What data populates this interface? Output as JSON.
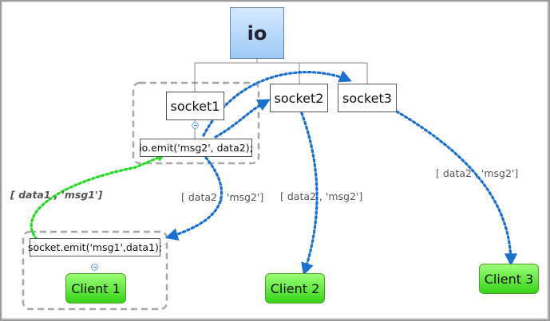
{
  "diagram": {
    "root": "io",
    "sockets": [
      "socket1",
      "socket2",
      "socket3"
    ],
    "server_emit": "io.emit('msg2', data2);",
    "client_emit": "socket.emit('msg1',data1);",
    "clients": [
      "Client 1",
      "Client 2",
      "Client 3"
    ],
    "labels": {
      "client_to_server": "[ data1 , 'msg1']",
      "to_client1": "[ data2 , 'msg2']",
      "to_client2": "[ data2 , 'msg2']",
      "to_client3": "[ data2 , 'msg2']"
    },
    "colors": {
      "server_arrow": "#1a6fd1",
      "client_arrow": "#22dd22",
      "dashed_group": "#a8a8a8",
      "connector": "#888888"
    }
  }
}
